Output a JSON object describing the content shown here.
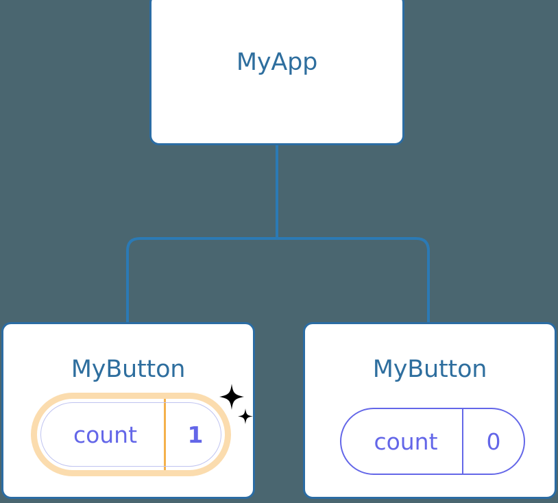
{
  "theme": {
    "background": "#4A6670",
    "card_background": "#FFFFFF",
    "card_border": "#2B6CA3",
    "edge_color": "#2B7AB5",
    "title_color": "#2E6E9E",
    "prop_color": "#6366E8",
    "highlight_ring": "#F4B04A",
    "highlight_glow": "#FBDCAE",
    "sparkle_color": "#F5B councilA"
  },
  "tree": {
    "root": {
      "title": "MyApp"
    },
    "children": [
      {
        "title": "MyButton",
        "highlighted": true,
        "prop": {
          "key": "count",
          "value": "1"
        },
        "sparkle_large": "sparkle-icon",
        "sparkle_small": "sparkle-icon"
      },
      {
        "title": "MyButton",
        "highlighted": false,
        "prop": {
          "key": "count",
          "value": "0"
        }
      }
    ]
  }
}
